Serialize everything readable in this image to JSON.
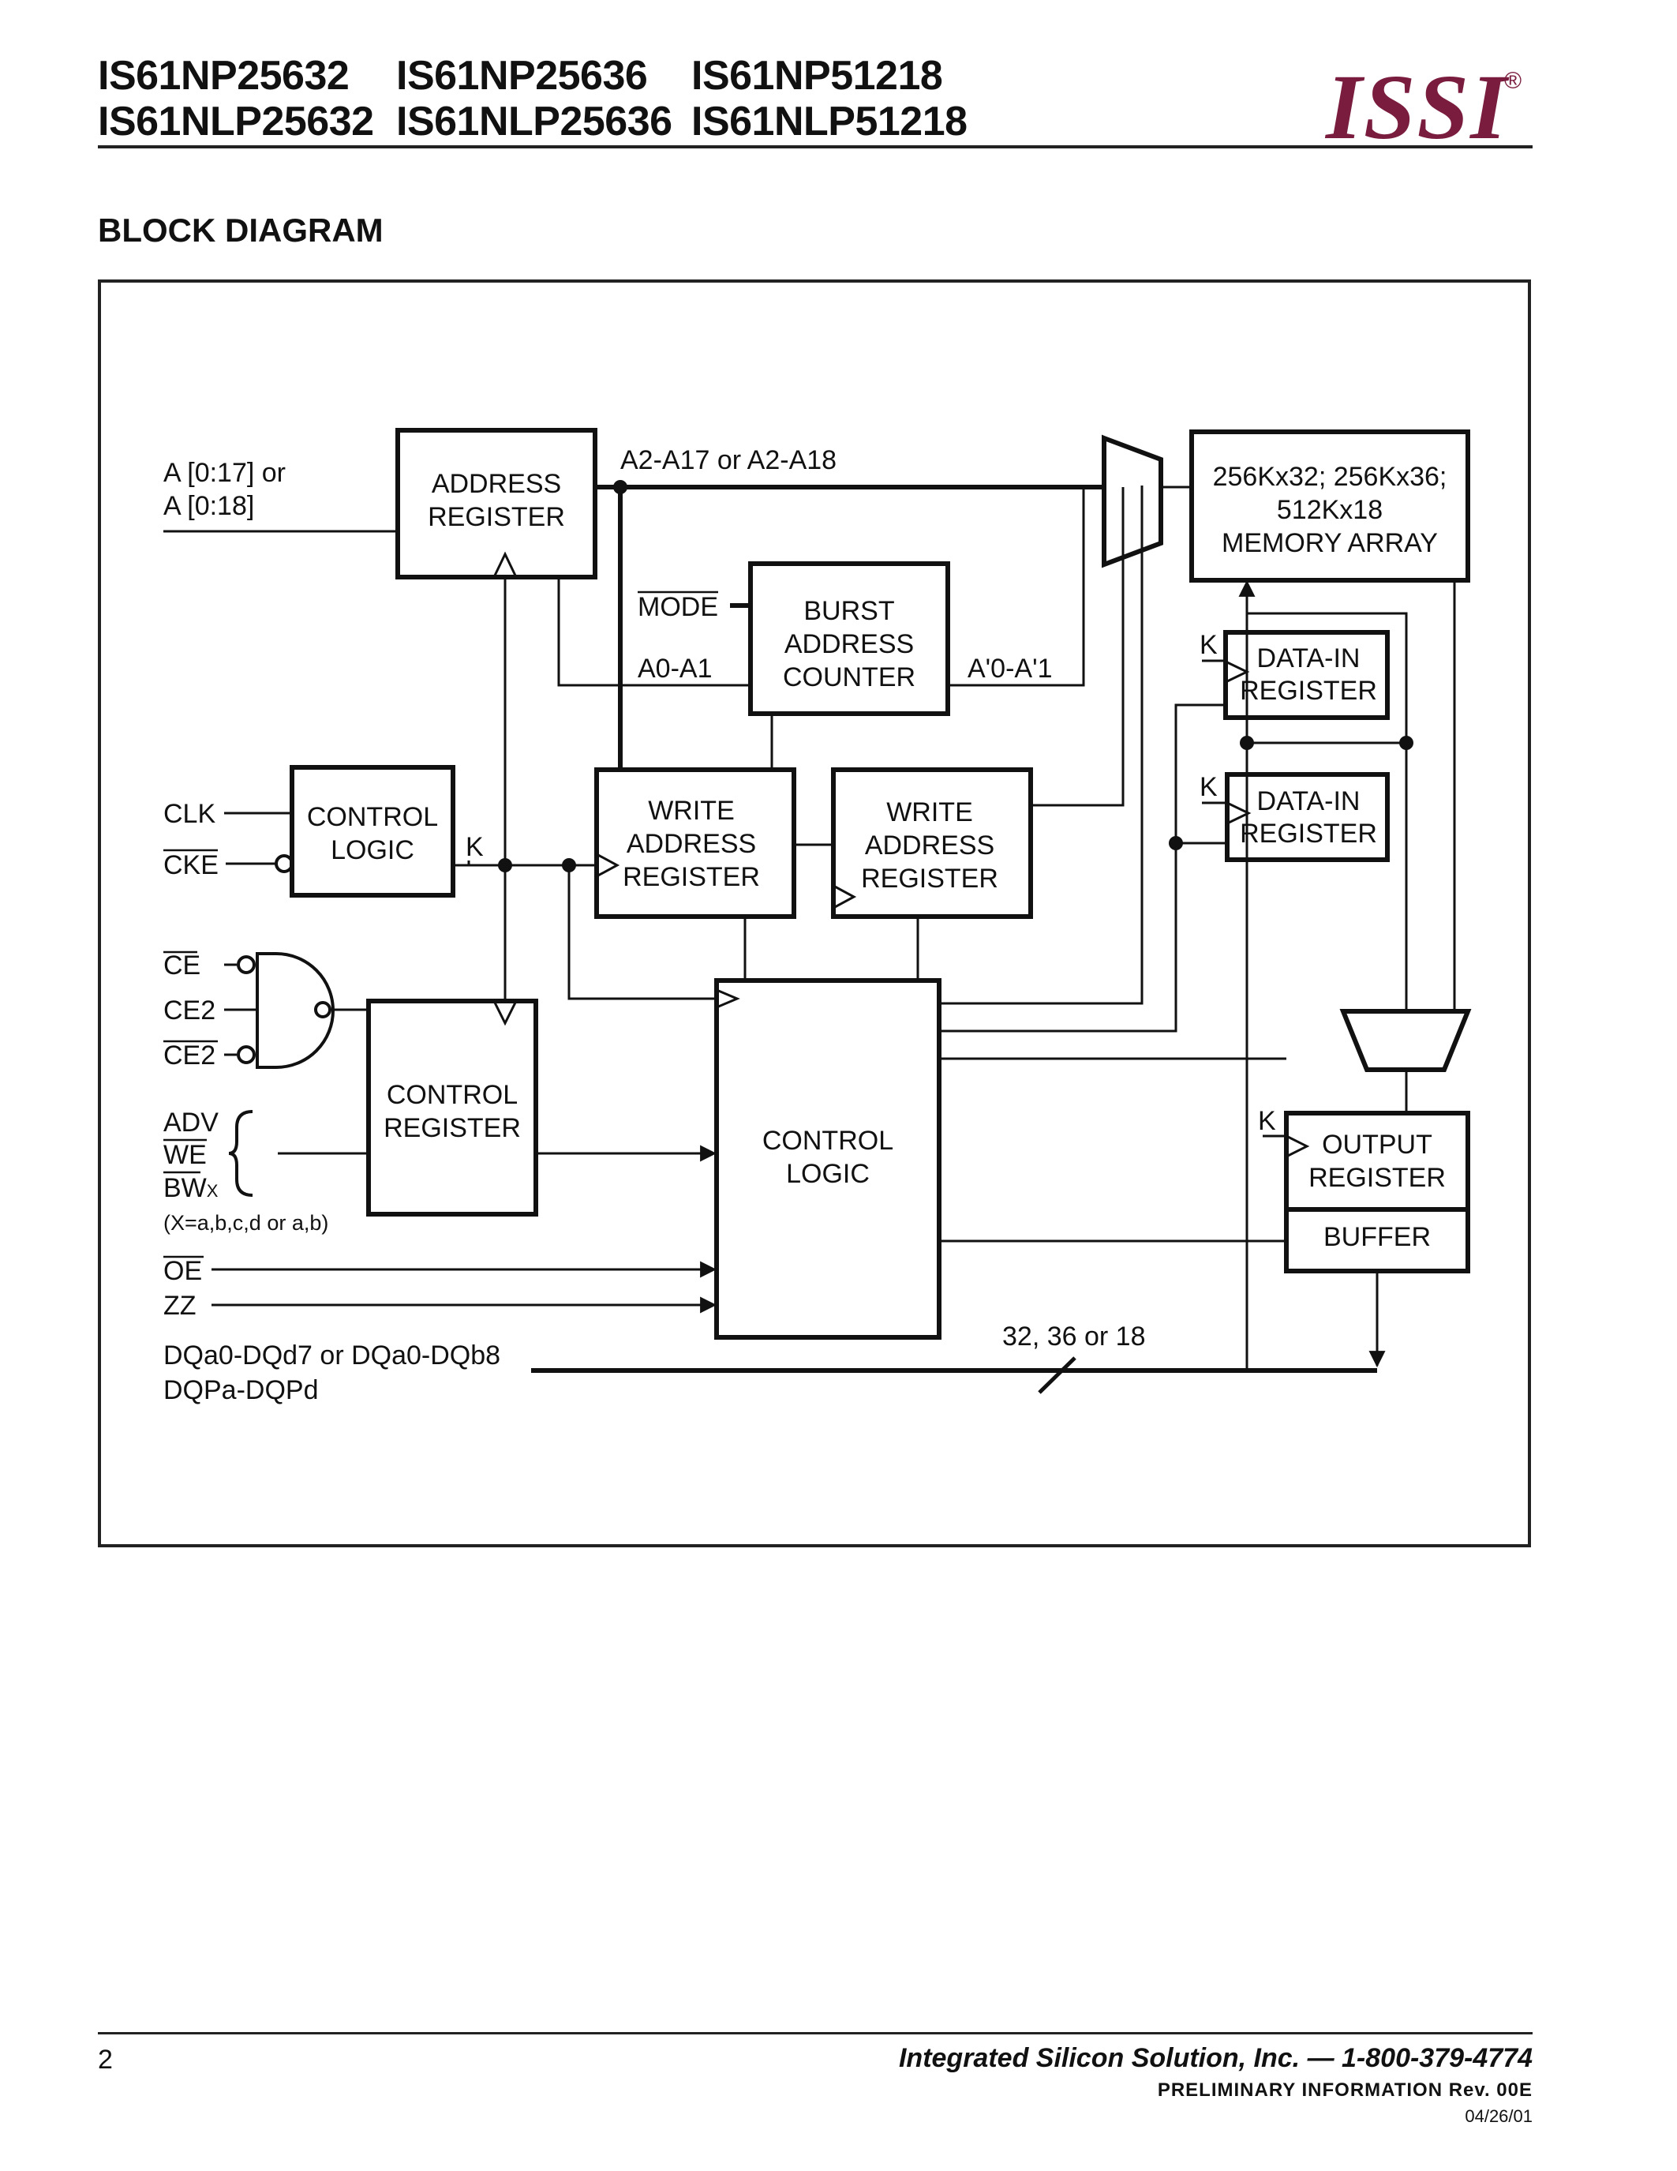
{
  "header": {
    "parts_row1": [
      "IS61NP25632",
      "IS61NP25636",
      "IS61NP51218"
    ],
    "parts_row2": [
      "IS61NLP25632",
      "IS61NLP25636",
      "IS61NLP51218"
    ],
    "logo_text": "ISSI",
    "logo_reg": "®",
    "logo_color": "#7a1c3e"
  },
  "section_title": "BLOCK DIAGRAM",
  "diagram": {
    "addr_in_1": "A [0:17] or",
    "addr_in_2": "A [0:18]",
    "addr_reg_1": "ADDRESS",
    "addr_reg_2": "REGISTER",
    "addr_bus": "A2-A17 or A2-A18",
    "mem_1": "256Kx32; 256Kx36;",
    "mem_2": "512Kx18",
    "mem_3": "MEMORY ARRAY",
    "mode": "MODE",
    "a0a1": "A0-A1",
    "burst_1": "BURST",
    "burst_2": "ADDRESS",
    "burst_3": "COUNTER",
    "a0a1_prime": "A'0-A'1",
    "k": "K",
    "datain_1": "DATA-IN",
    "datain_2": "REGISTER",
    "clk": "CLK",
    "cke": "CKE",
    "ctrl_logic_1": "CONTROL",
    "ctrl_logic_2": "LOGIC",
    "write_1": "WRITE",
    "write_2": "ADDRESS",
    "write_3": "REGISTER",
    "ce": "CE",
    "ce2": "CE2",
    "ce2_bar": "CE2",
    "adv": "ADV",
    "we": "WE",
    "bw": "BW",
    "bw_sub": "X",
    "x_note": "(X=a,b,c,d or a,b)",
    "ctrl_reg_1": "CONTROL",
    "ctrl_reg_2": "REGISTER",
    "ctrl_big_1": "CONTROL",
    "ctrl_big_2": "LOGIC",
    "oe": "OE",
    "zz": "ZZ",
    "out_1": "OUTPUT",
    "out_2": "REGISTER",
    "buffer": "BUFFER",
    "width": "32, 36 or 18",
    "dq_1": "DQa0-DQd7 or DQa0-DQb8",
    "dq_2": "DQPa-DQPd"
  },
  "footer": {
    "page_number": "2",
    "company": "Integrated Silicon Solution, Inc. — 1-800-379-4774",
    "prelim": "PRELIMINARY  INFORMATION   Rev.  00E",
    "date": "04/26/01"
  }
}
